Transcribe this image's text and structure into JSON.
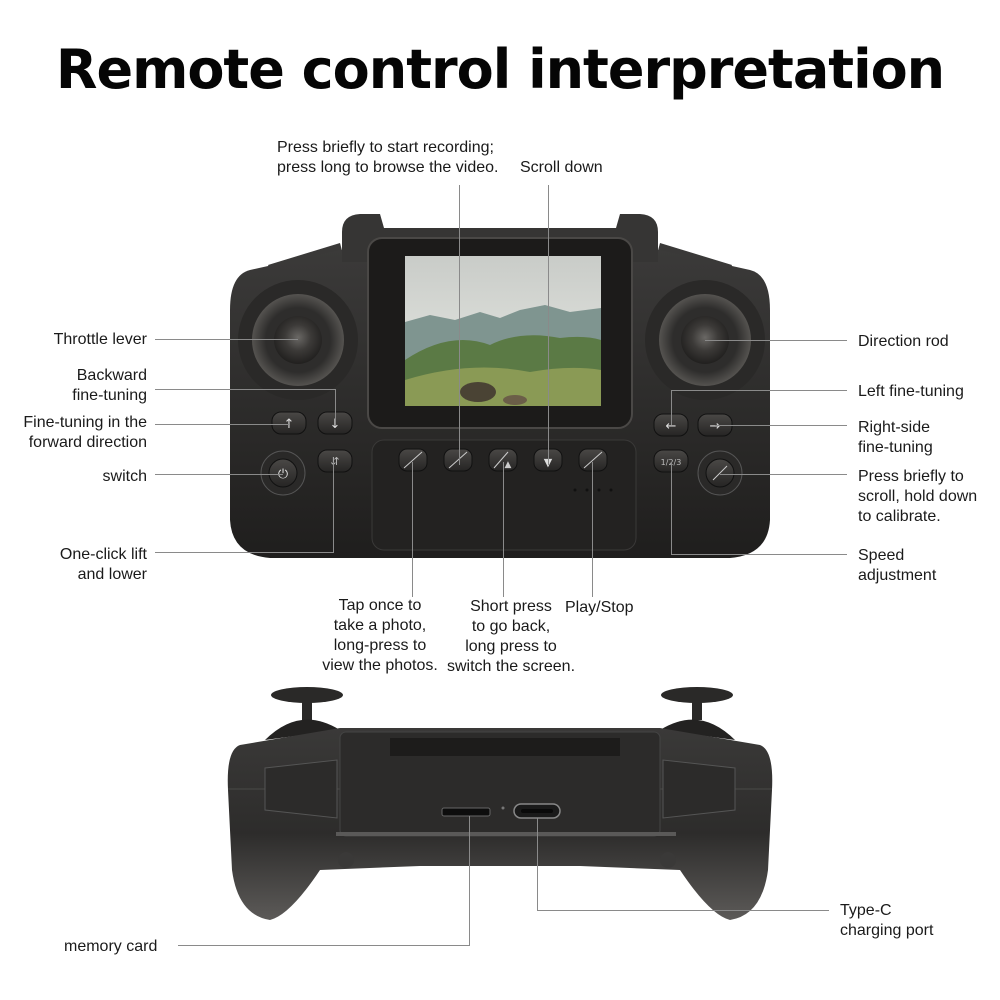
{
  "title": "Remote control interpretation",
  "colors": {
    "background": "#ffffff",
    "controller_body": "#2b2a29",
    "controller_panel": "#232221",
    "leader_line": "#8a8a8a",
    "text": "#1a1a1a"
  },
  "top_view": {
    "screen_image": "mountain-landscape",
    "labels": {
      "record": "Press briefly to start recording;\npress long to browse the video.",
      "scroll_down": "Scroll down",
      "throttle_lever": "Throttle lever",
      "backward_fine_tuning": "Backward\nfine-tuning",
      "forward_fine_tuning": "Fine-tuning in the\nforward direction",
      "switch": "switch",
      "one_click_lift": "One-click lift\nand lower",
      "photo": "Tap once to\ntake a photo,\nlong-press to\nview the photos.",
      "back_switch": "Short press\nto go back,\nlong press to\nswitch the screen.",
      "play_stop": "Play/Stop",
      "direction_rod": "Direction rod",
      "left_fine_tuning": "Left fine-tuning",
      "right_fine_tuning": "Right-side\nfine-tuning",
      "scroll_calibrate": "Press briefly to\nscroll, hold down\nto calibrate.",
      "speed_adjustment": "Speed\nadjustment"
    },
    "buttons": [
      {
        "name": "forward-trim",
        "glyph": "↑"
      },
      {
        "name": "backward-trim",
        "glyph": "↓"
      },
      {
        "name": "power",
        "glyph": "⏻"
      },
      {
        "name": "takeoff-landing",
        "glyph": "⇵"
      },
      {
        "name": "photo",
        "glyph": "⊘"
      },
      {
        "name": "video",
        "glyph": "⊘"
      },
      {
        "name": "back",
        "glyph": "▲"
      },
      {
        "name": "scroll-down",
        "glyph": "▼"
      },
      {
        "name": "play-stop",
        "glyph": "▶"
      },
      {
        "name": "speed",
        "glyph": "1/2/3"
      },
      {
        "name": "left-trim",
        "glyph": "←"
      },
      {
        "name": "right-trim",
        "glyph": "→"
      },
      {
        "name": "scroll-calibrate",
        "glyph": "⊘"
      }
    ]
  },
  "bottom_view": {
    "labels": {
      "memory_card": "memory card",
      "type_c": "Type-C\ncharging port"
    }
  }
}
